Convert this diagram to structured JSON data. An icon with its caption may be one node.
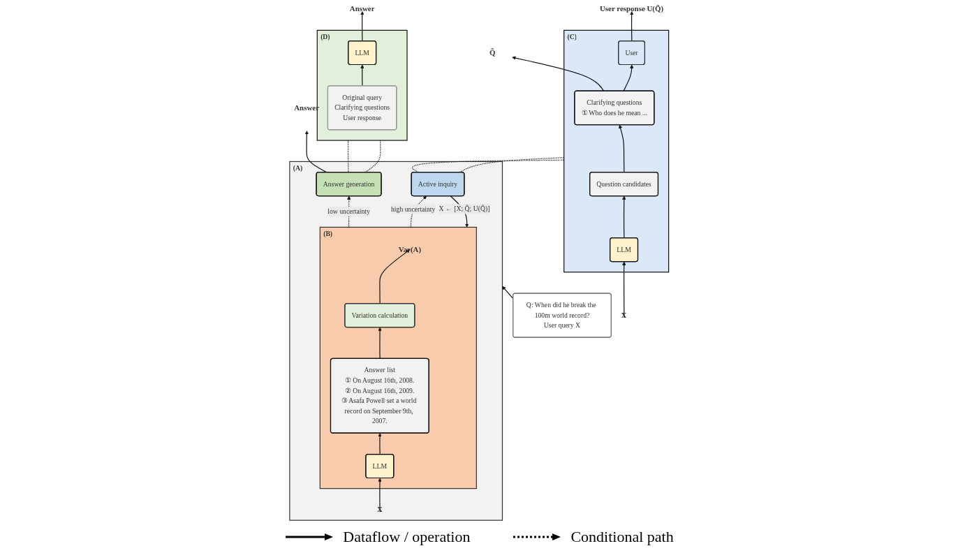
{
  "diagram": {
    "nodes": [
      {
        "text": [
          "(A)"
        ]
      },
      {
        "text": [
          "(B)"
        ],
        "in": 0
      },
      {
        "text": [
          "Var(A)"
        ],
        "in": 1
      },
      {
        "text": [
          "Variation calculation"
        ],
        "in": 1
      },
      {
        "text": [
          "Answer list",
          "① On August 16th, 2008.",
          "② On August 16th, 2009.",
          "③ Asafa Powell set a world record on September 9th, 2007."
        ],
        "in": 1
      },
      {
        "text": [
          "LLM"
        ],
        "in": 1
      },
      {
        "text": [
          "X"
        ],
        "in": 0
      },
      {
        "text": [
          "Answer generation"
        ],
        "in": 0
      },
      {
        "text": [
          "Active inquiry"
        ],
        "in": 0
      },
      {
        "text": [
          "Answer"
        ]
      },
      {
        "text": [
          "Q: When did he break the 100m world record?",
          "User query X"
        ]
      },
      {
        "text": [
          "(D)"
        ]
      },
      {
        "text": [
          "Original query",
          "Clarifying questions",
          "User response"
        ],
        "in": 11
      },
      {
        "text": [
          "LLM"
        ],
        "in": 11
      },
      {
        "text": [
          "Answer"
        ]
      },
      {
        "text": [
          "(C)"
        ]
      },
      {
        "text": [
          "Clarifying questions",
          "① Who does he mean ..."
        ],
        "in": 15
      },
      {
        "text": [
          "Question candidates"
        ],
        "in": 15
      },
      {
        "text": [
          "LLM"
        ],
        "in": 15
      },
      {
        "text": [
          "X"
        ]
      },
      {
        "text": [
          "Q̃"
        ]
      },
      {
        "text": [
          "User"
        ],
        "in": 15
      },
      {
        "text": [
          "User response U(Q̃)"
        ]
      }
    ],
    "edges": [
      {
        "from": 5,
        "to": 4,
        "arrow": "to"
      },
      {
        "from": 4,
        "to": 3,
        "arrow": "to"
      },
      {
        "from": 3,
        "to": 2,
        "arrow": "to"
      },
      {
        "from": 6,
        "to": 5,
        "arrow": "to"
      },
      {
        "from": 1,
        "to": 7,
        "arrow": "to",
        "label": "low uncertainty",
        "style": "dashed"
      },
      {
        "from": 1,
        "to": 8,
        "arrow": "to",
        "label": "high uncertainty",
        "style": "dashed"
      },
      {
        "from": 8,
        "to": 1,
        "arrow": "to",
        "label": "X ← [X; Q̃; U(Q̃)]"
      },
      {
        "from": 7,
        "to": 9,
        "arrow": "to"
      },
      {
        "from": 10,
        "to": 0,
        "arrow": "to"
      },
      {
        "from": 7,
        "to": 11,
        "arrow": "none",
        "style": "dashed"
      },
      {
        "from": 7,
        "to": 11,
        "arrow": "none",
        "style": "dashed"
      },
      {
        "from": 12,
        "to": 13,
        "arrow": "to"
      },
      {
        "from": 13,
        "to": 14,
        "arrow": "to"
      },
      {
        "from": 8,
        "to": 15,
        "arrow": "none",
        "style": "dashed"
      },
      {
        "from": 8,
        "to": 15,
        "arrow": "none",
        "style": "dashed"
      },
      {
        "from": 19,
        "to": 18,
        "arrow": "to"
      },
      {
        "from": 18,
        "to": 17,
        "arrow": "to"
      },
      {
        "from": 17,
        "to": 16,
        "arrow": "to"
      },
      {
        "from": 16,
        "to": 20,
        "arrow": "to"
      },
      {
        "from": 16,
        "to": 21,
        "arrow": "to"
      },
      {
        "from": 21,
        "to": 22,
        "arrow": "to"
      }
    ],
    "legend": [
      {
        "text": "Dataflow / operation"
      },
      {
        "text": "Conditional path"
      }
    ]
  }
}
